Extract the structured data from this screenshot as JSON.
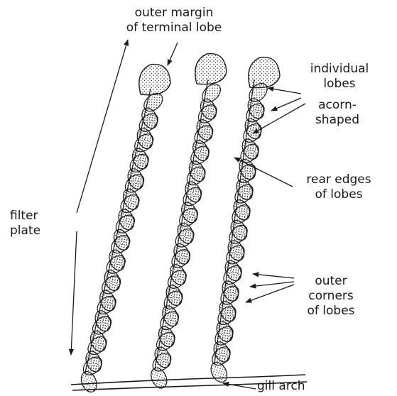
{
  "labels": {
    "outer_margin": [
      "outer margin",
      "of terminal lobe"
    ],
    "individual_lobes": [
      "individual",
      "lobes"
    ],
    "acorn_shaped": [
      "acorn-",
      "shaped"
    ],
    "rear_edges": [
      "rear edges",
      "of lobes"
    ],
    "filter_plate": [
      "filter",
      "plate"
    ],
    "outer_corners": [
      "outer",
      "corners",
      "of lobes"
    ],
    "gill_arch": "gill arch"
  },
  "colors": {
    "ink": "#1a1a1a",
    "paper": "#ffffff"
  }
}
